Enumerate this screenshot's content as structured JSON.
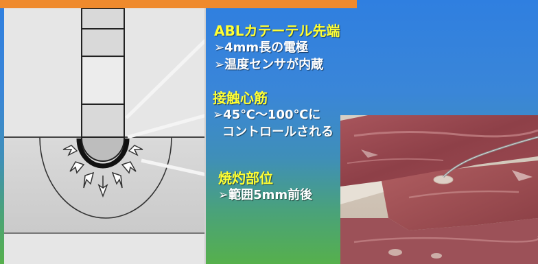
{
  "slide": {
    "accent_color": "#ef8a2d",
    "title_color": "#ffff33",
    "text_color": "#ffffff"
  },
  "labels": {
    "catheter": {
      "title": "ABLカテーテル先端",
      "lines": [
        "➢4mm長の電極",
        "➢温度センサが内蔵"
      ]
    },
    "myocardium": {
      "title": "接触心筋",
      "lines": [
        "➢45℃～100℃に",
        "コントロールされる"
      ]
    },
    "ablation": {
      "title": "焼灼部位",
      "lines": [
        "➢範囲5mm前後"
      ]
    }
  },
  "diagram": {
    "description_icon": "catheter-tip-icon"
  },
  "photo": {
    "subject_icon": "ablated-meat-photo"
  }
}
